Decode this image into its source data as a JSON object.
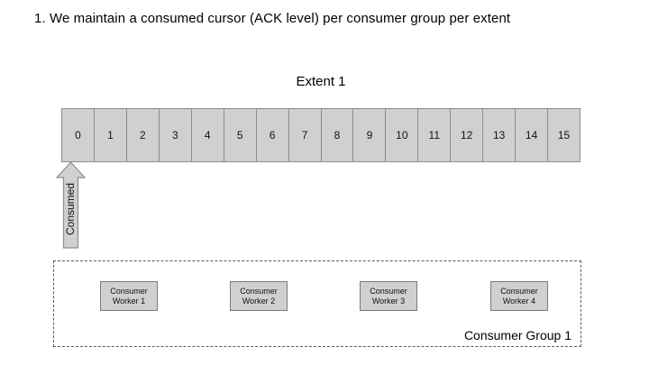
{
  "slide": {
    "heading": "1. We maintain a consumed cursor (ACK level) per consumer group per extent"
  },
  "extent": {
    "title": "Extent 1",
    "cells": [
      "0",
      "1",
      "2",
      "3",
      "4",
      "5",
      "6",
      "7",
      "8",
      "9",
      "10",
      "11",
      "12",
      "13",
      "14",
      "15"
    ],
    "fill_color": "#d0d0d0",
    "border_color": "#8c8c8c"
  },
  "cursor": {
    "label": "Consumed",
    "direction": "up",
    "points_to_cell": "0",
    "fill_color": "#d0d0d0",
    "border_color": "#8c8c8c"
  },
  "consumer_group": {
    "label": "Consumer Group 1",
    "border_style": "dashed",
    "border_color": "#5a5a5a",
    "workers": [
      {
        "line1": "Consumer",
        "line2": "Worker 1"
      },
      {
        "line1": "Consumer",
        "line2": "Worker 2"
      },
      {
        "line1": "Consumer",
        "line2": "Worker 3"
      },
      {
        "line1": "Consumer",
        "line2": "Worker 4"
      }
    ]
  }
}
